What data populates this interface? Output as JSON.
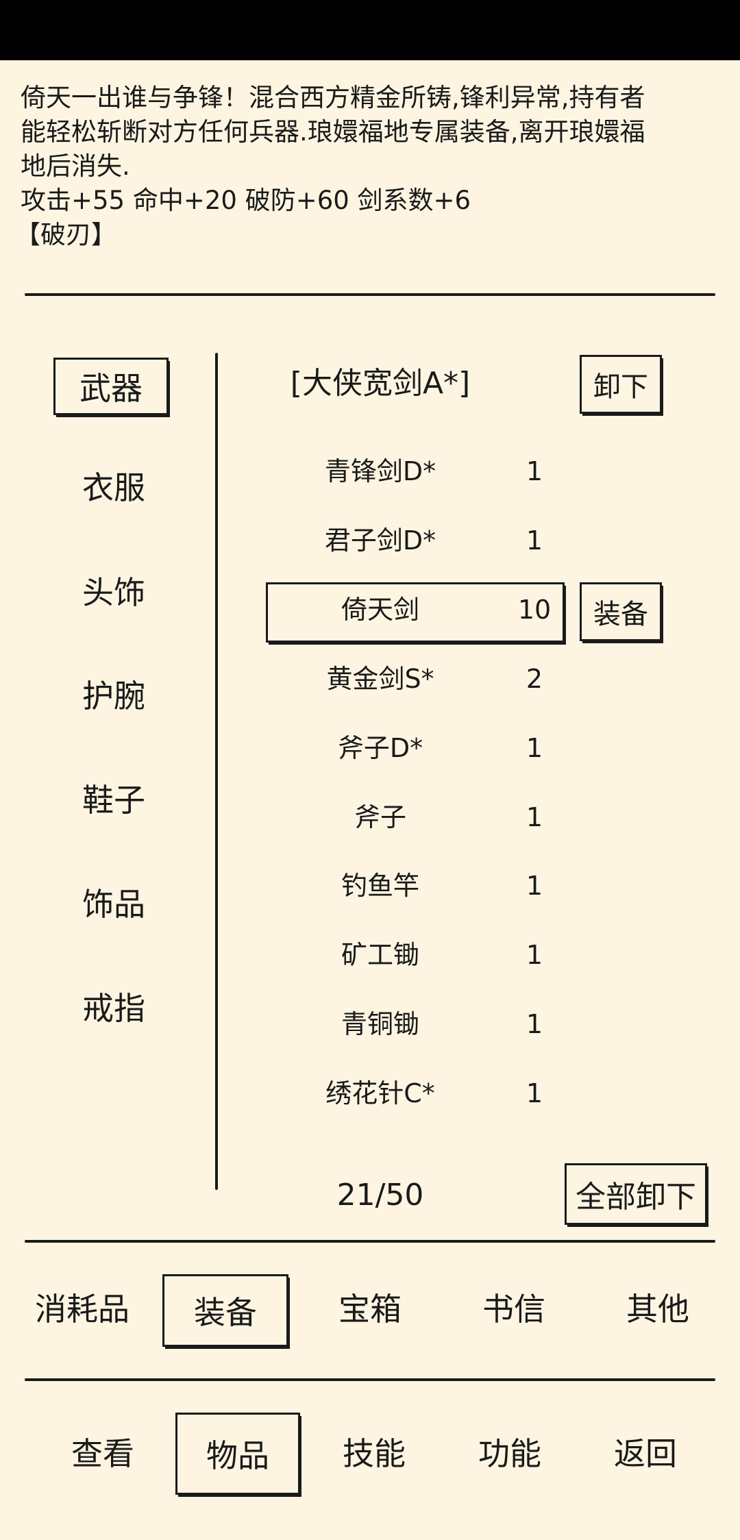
{
  "description": {
    "lines": [
      "倚天一出谁与争锋！混合西方精金所铸,锋利异常,持有者",
      "能轻松斩断对方任何兵器.琅嬛福地专属装备,离开琅嬛福",
      "地后消失.",
      "攻击+55 命中+20 破防+60 剑系数+6",
      "【破刃】"
    ]
  },
  "categories": [
    "武器",
    "衣服",
    "头饰",
    "护腕",
    "鞋子",
    "饰品",
    "戒指"
  ],
  "selected_category": "武器",
  "equipped": {
    "name": "[大侠宽剑A*]",
    "unequip_label": "卸下"
  },
  "items": [
    {
      "name": "青锋剑D*",
      "count": "1"
    },
    {
      "name": "君子剑D*",
      "count": "1"
    },
    {
      "name": "倚天剑",
      "count": "10"
    },
    {
      "name": "黄金剑S*",
      "count": "2"
    },
    {
      "name": "斧子D*",
      "count": "1"
    },
    {
      "name": "斧子",
      "count": "1"
    },
    {
      "name": "钓鱼竿",
      "count": "1"
    },
    {
      "name": "矿工锄",
      "count": "1"
    },
    {
      "name": "青铜锄",
      "count": "1"
    },
    {
      "name": "绣花针C*",
      "count": "1"
    }
  ],
  "selected_item": "倚天剑",
  "equip_label": "装备",
  "capacity": "21/50",
  "unequip_all_label": "全部卸下",
  "item_tabs": [
    "消耗品",
    "装备",
    "宝箱",
    "书信",
    "其他"
  ],
  "selected_item_tab": "装备",
  "nav_tabs": [
    "查看",
    "物品",
    "技能",
    "功能",
    "返回"
  ],
  "selected_nav_tab": "物品"
}
